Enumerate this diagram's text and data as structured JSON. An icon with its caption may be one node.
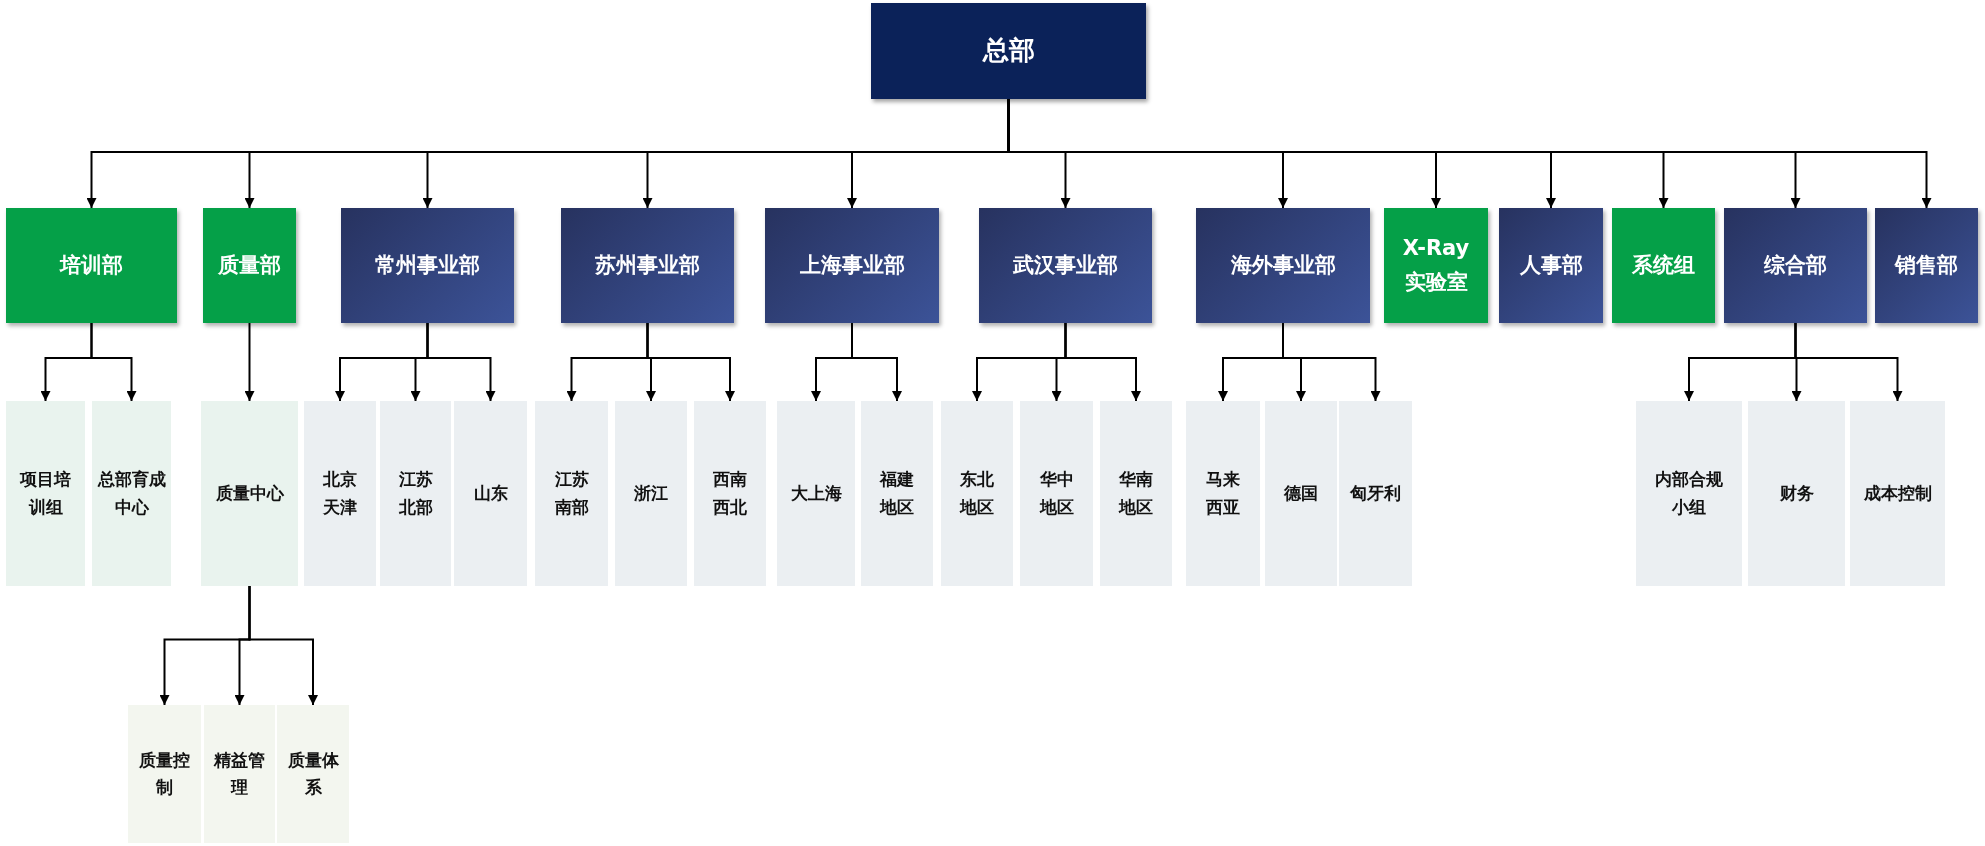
{
  "diagram": {
    "nodes": [
      {
        "text": [
          "总部"
        ]
      },
      {
        "text": [
          "培训部"
        ]
      },
      {
        "text": [
          "质量部"
        ]
      },
      {
        "text": [
          "常州事业部"
        ]
      },
      {
        "text": [
          "苏州事业部"
        ]
      },
      {
        "text": [
          "上海事业部"
        ]
      },
      {
        "text": [
          "武汉事业部"
        ]
      },
      {
        "text": [
          "海外事业部"
        ]
      },
      {
        "text": [
          "X-Ray 实验室"
        ]
      },
      {
        "text": [
          "人事部"
        ]
      },
      {
        "text": [
          "系统组"
        ]
      },
      {
        "text": [
          "综合部"
        ]
      },
      {
        "text": [
          "销售部"
        ]
      },
      {
        "text": [
          "项目培训组"
        ]
      },
      {
        "text": [
          "总部育成中心"
        ]
      },
      {
        "text": [
          "质量中心"
        ]
      },
      {
        "text": [
          "北京天津"
        ]
      },
      {
        "text": [
          "江苏北部"
        ]
      },
      {
        "text": [
          "山东"
        ]
      },
      {
        "text": [
          "江苏南部"
        ]
      },
      {
        "text": [
          "浙江"
        ]
      },
      {
        "text": [
          "西南西北"
        ]
      },
      {
        "text": [
          "大上海"
        ]
      },
      {
        "text": [
          "福建地区"
        ]
      },
      {
        "text": [
          "东北地区"
        ]
      },
      {
        "text": [
          "华中地区"
        ]
      },
      {
        "text": [
          "华南地区"
        ]
      },
      {
        "text": [
          "马来西亚"
        ]
      },
      {
        "text": [
          "德国"
        ]
      },
      {
        "text": [
          "匈牙利"
        ]
      },
      {
        "text": [
          "内部合规小组"
        ]
      },
      {
        "text": [
          "财务"
        ]
      },
      {
        "text": [
          "成本控制"
        ]
      },
      {
        "text": [
          "质量控制"
        ]
      },
      {
        "text": [
          "精益管理"
        ]
      },
      {
        "text": [
          "质量体系"
        ]
      }
    ],
    "edges": [
      {
        "from": 0,
        "to": 1,
        "arrow": "to"
      },
      {
        "from": 0,
        "to": 2,
        "arrow": "to"
      },
      {
        "from": 0,
        "to": 3,
        "arrow": "to"
      },
      {
        "from": 0,
        "to": 4,
        "arrow": "to"
      },
      {
        "from": 0,
        "to": 5,
        "arrow": "to"
      },
      {
        "from": 0,
        "to": 6,
        "arrow": "to"
      },
      {
        "from": 0,
        "to": 7,
        "arrow": "to"
      },
      {
        "from": 0,
        "to": 8,
        "arrow": "to"
      },
      {
        "from": 0,
        "to": 9,
        "arrow": "to"
      },
      {
        "from": 0,
        "to": 10,
        "arrow": "to"
      },
      {
        "from": 0,
        "to": 11,
        "arrow": "to"
      },
      {
        "from": 0,
        "to": 12,
        "arrow": "to"
      },
      {
        "from": 1,
        "to": 13,
        "arrow": "to"
      },
      {
        "from": 1,
        "to": 14,
        "arrow": "to"
      },
      {
        "from": 2,
        "to": 15,
        "arrow": "to"
      },
      {
        "from": 3,
        "to": 16,
        "arrow": "to"
      },
      {
        "from": 3,
        "to": 17,
        "arrow": "to"
      },
      {
        "from": 3,
        "to": 18,
        "arrow": "to"
      },
      {
        "from": 4,
        "to": 19,
        "arrow": "to"
      },
      {
        "from": 4,
        "to": 20,
        "arrow": "to"
      },
      {
        "from": 4,
        "to": 21,
        "arrow": "to"
      },
      {
        "from": 5,
        "to": 22,
        "arrow": "to"
      },
      {
        "from": 5,
        "to": 23,
        "arrow": "to"
      },
      {
        "from": 6,
        "to": 24,
        "arrow": "to"
      },
      {
        "from": 6,
        "to": 25,
        "arrow": "to"
      },
      {
        "from": 6,
        "to": 26,
        "arrow": "to"
      },
      {
        "from": 7,
        "to": 27,
        "arrow": "to"
      },
      {
        "from": 7,
        "to": 28,
        "arrow": "to"
      },
      {
        "from": 7,
        "to": 29,
        "arrow": "to"
      },
      {
        "from": 11,
        "to": 30,
        "arrow": "to"
      },
      {
        "from": 11,
        "to": 31,
        "arrow": "to"
      },
      {
        "from": 11,
        "to": 32,
        "arrow": "to"
      },
      {
        "from": 15,
        "to": 33,
        "arrow": "to"
      },
      {
        "from": 15,
        "to": 34,
        "arrow": "to"
      },
      {
        "from": 15,
        "to": 35,
        "arrow": "to"
      }
    ]
  }
}
